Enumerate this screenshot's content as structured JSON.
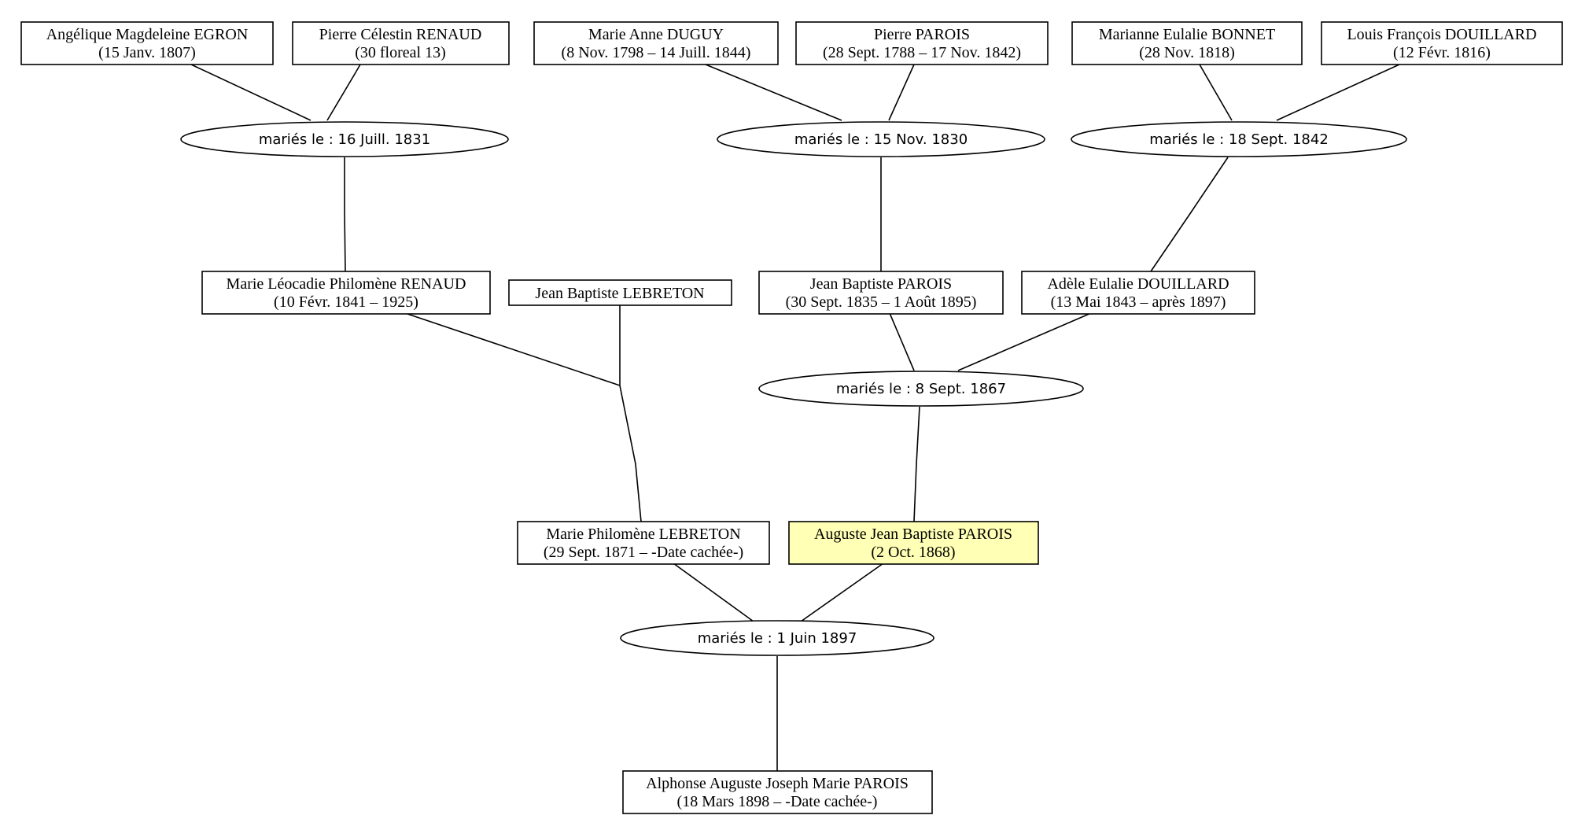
{
  "persons": {
    "p_egron": {
      "name": "Angélique Magdeleine EGRON",
      "dates": "(15 Janv. 1807)"
    },
    "p_renaud_pc": {
      "name": "Pierre Célestin RENAUD",
      "dates": "(30 floreal 13)"
    },
    "p_duguy": {
      "name": "Marie Anne DUGUY",
      "dates": "(8 Nov. 1798 – 14 Juill. 1844)"
    },
    "p_parois_p": {
      "name": "Pierre PAROIS",
      "dates": "(28 Sept. 1788 – 17 Nov. 1842)"
    },
    "p_bonnet": {
      "name": "Marianne Eulalie BONNET",
      "dates": "(28 Nov. 1818)"
    },
    "p_douillard_lf": {
      "name": "Louis François DOUILLARD",
      "dates": "(12 Févr. 1816)"
    },
    "p_renaud_mlp": {
      "name": "Marie Léocadie Philomène RENAUD",
      "dates": "(10 Févr. 1841 – 1925)"
    },
    "p_lebreton_jb": {
      "name": "Jean Baptiste LEBRETON",
      "dates": ""
    },
    "p_parois_jb": {
      "name": "Jean Baptiste PAROIS",
      "dates": "(30 Sept. 1835 – 1 Août 1895)"
    },
    "p_douillard_ae": {
      "name": "Adèle Eulalie DOUILLARD",
      "dates": "(13 Mai 1843 – après 1897)"
    },
    "p_lebreton_mp": {
      "name": "Marie Philomène LEBRETON",
      "dates": "(29 Sept. 1871 – -Date cachée-)"
    },
    "p_parois_ajb": {
      "name": "Auguste Jean Baptiste PAROIS",
      "dates": "(2 Oct. 1868)"
    },
    "p_parois_aajm": {
      "name": "Alphonse Auguste Joseph Marie PAROIS",
      "dates": "(18 Mars 1898 – -Date cachée-)"
    }
  },
  "unions": {
    "u1831": {
      "label": "mariés le : 16 Juill. 1831"
    },
    "u1830": {
      "label": "mariés le : 15 Nov. 1830"
    },
    "u1842": {
      "label": "mariés le : 18 Sept. 1842"
    },
    "u1867": {
      "label": "mariés le : 8 Sept. 1867"
    },
    "u1897": {
      "label": "mariés le : 1 Juin 1897"
    }
  },
  "highlight_color": "#ffffb5"
}
